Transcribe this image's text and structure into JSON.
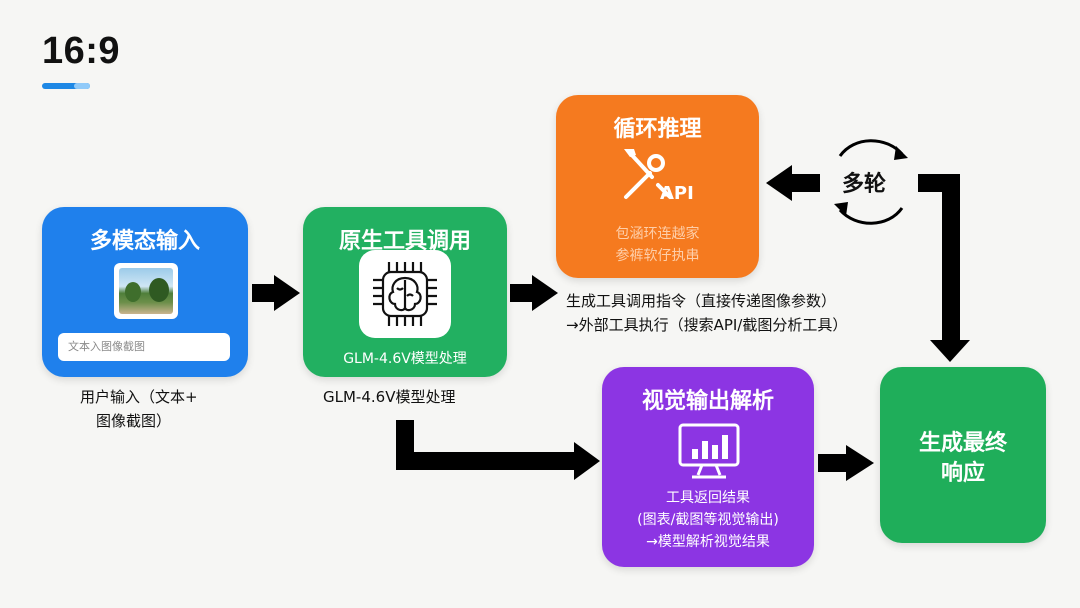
{
  "header": {
    "ratio_label": "16:9"
  },
  "nodes": {
    "input": {
      "title": "多模态输入",
      "input_placeholder": "文本入图像截图",
      "caption_line1": "用户输入（文本+",
      "caption_line2": "图像截图）"
    },
    "tool_call": {
      "title": "原生工具调用",
      "subtitle": "GLM-4.6V模型处理",
      "caption": "GLM-4.6V模型处理"
    },
    "loop": {
      "title": "循环推理",
      "api_label": "API",
      "blur_line1": "包涵环连越家",
      "blur_line2": "参裤软仔执串"
    },
    "multi_round": {
      "label": "多轮"
    },
    "tool_instruction": {
      "line1": "生成工具调用指令（直接传递图像参数）",
      "line2": "→外部工具执行（搜索API/截图分析工具）"
    },
    "visual_parse": {
      "title": "视觉输出解析",
      "line1": "工具返回结果",
      "line2": "(图表/截图等视觉输出)",
      "line3": "→模型解析视觉结果"
    },
    "final": {
      "title_line1": "生成最终",
      "title_line2": "响应"
    }
  },
  "colors": {
    "blue": "#1f80ec",
    "green": "#22b061",
    "orange": "#f57a1f",
    "purple": "#8c35e3",
    "final_green": "#1fae5a"
  },
  "icons": [
    "image-icon",
    "brain-chip-icon",
    "tools-icon",
    "cycle-arrows-icon",
    "monitor-chart-icon"
  ]
}
